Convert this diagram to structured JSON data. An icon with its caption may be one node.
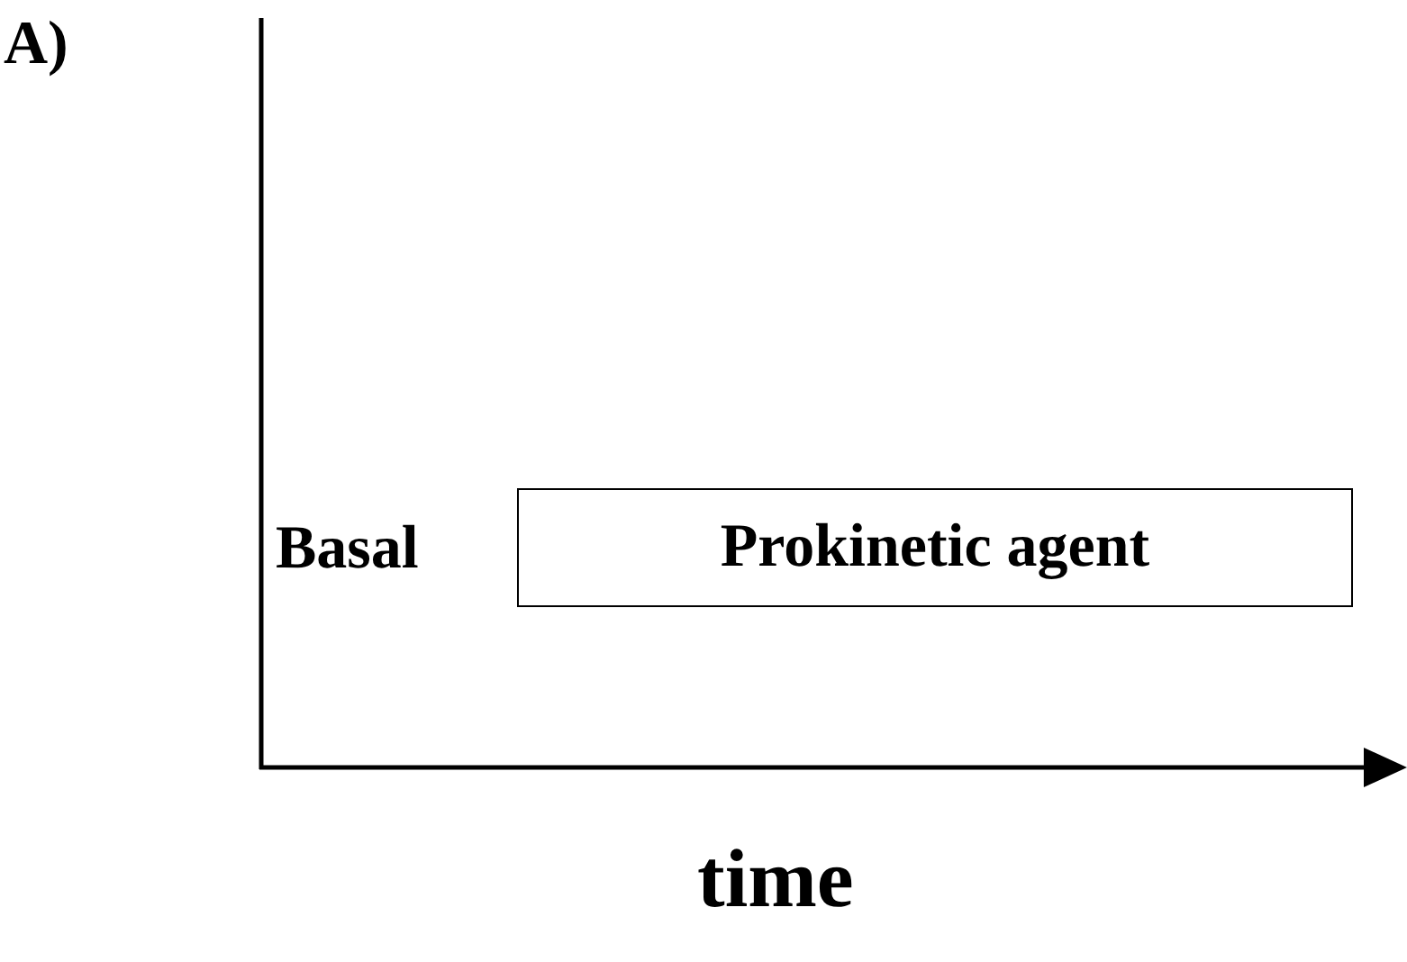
{
  "diagram": {
    "nodes": [
      {
        "text": [
          "Prokinetic agent"
        ]
      }
    ],
    "labels": [
      "A)",
      "Basal",
      "time"
    ]
  }
}
